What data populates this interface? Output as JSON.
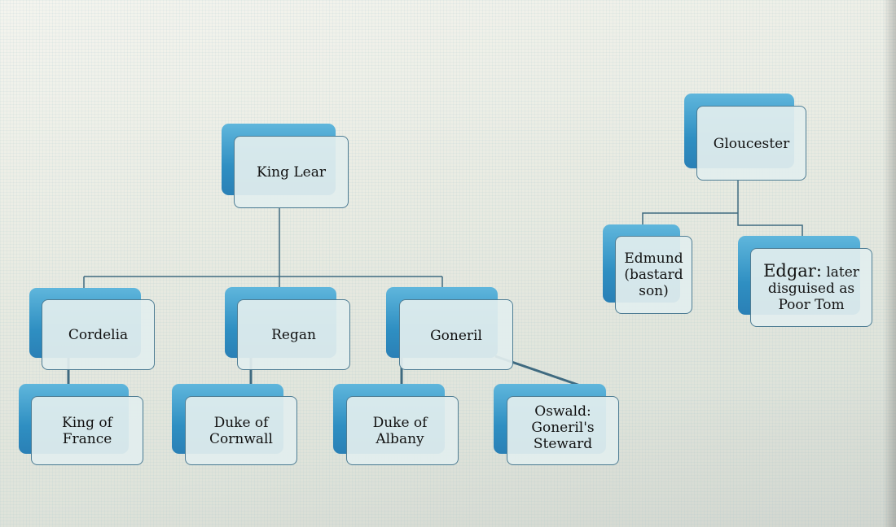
{
  "nodes": {
    "king_lear": "King Lear",
    "cordelia": "Cordelia",
    "regan": "Regan",
    "goneril": "Goneril",
    "king_of_france": "King of France",
    "duke_of_cornwall": "Duke of Cornwall",
    "duke_of_albany": "Duke of Albany",
    "oswald": "Oswald: Goneril's Steward",
    "gloucester": "Gloucester",
    "edmund": "Edmund (bastard son)",
    "edgar_name": "Edgar:",
    "edgar_desc": "later disguised as Poor Tom"
  },
  "colors": {
    "shadow": "#2f8fc2",
    "line": "#3f6a80",
    "box_border": "#4d7c93"
  }
}
